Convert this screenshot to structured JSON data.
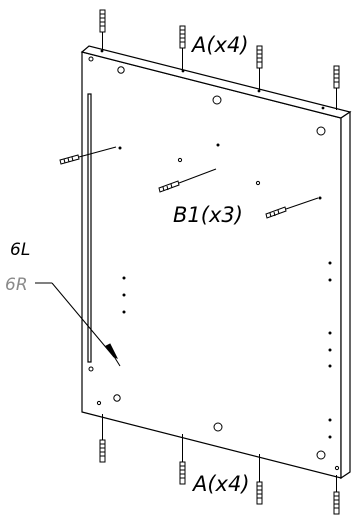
{
  "labels": {
    "top_pins": "A(x4)",
    "bottom_pins": "A(x4)",
    "dowels": "B1(x3)",
    "part_left": "6L",
    "part_right": "6R"
  },
  "colors": {
    "line": "#000000",
    "secondary_text": "#8a8a8a",
    "background": "#ffffff"
  }
}
